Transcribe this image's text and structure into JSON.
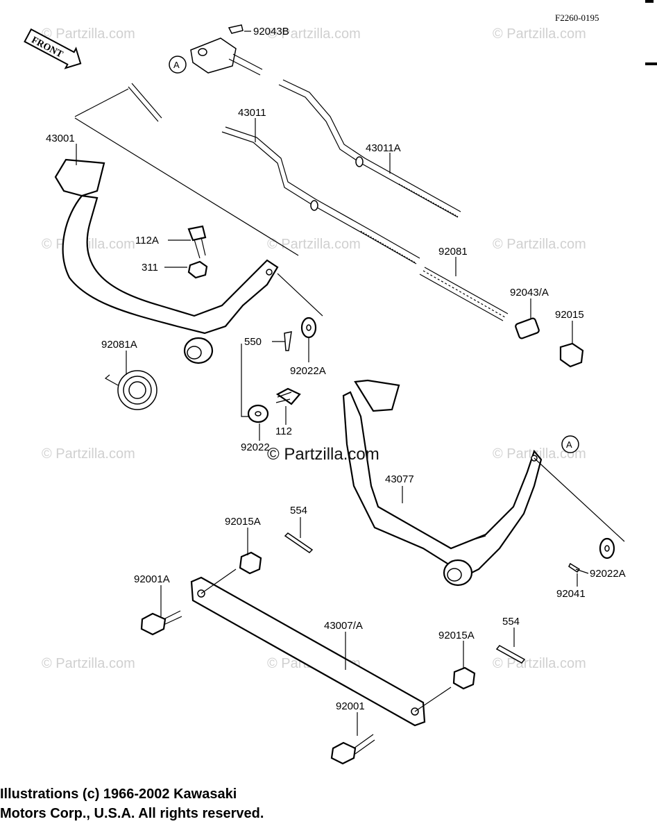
{
  "diagram_id": "F2260-0195",
  "front_label": "FRONT",
  "reference_label": "A",
  "watermark": "© Partzilla.com",
  "center_watermark": "© Partzilla.com",
  "copyright_lines": [
    "Illustrations (c) 1966-2002 Kawasaki",
    "Motors Corp., U.S.A.  All rights reserved."
  ],
  "parts": [
    {
      "id": "p92043b",
      "label": "92043B"
    },
    {
      "id": "p43011",
      "label": "43011"
    },
    {
      "id": "p43001",
      "label": "43001"
    },
    {
      "id": "p43011a",
      "label": "43011A"
    },
    {
      "id": "p112a",
      "label": "112A"
    },
    {
      "id": "p311",
      "label": "311"
    },
    {
      "id": "p92081",
      "label": "92081"
    },
    {
      "id": "p92043a",
      "label": "92043/A"
    },
    {
      "id": "p92015",
      "label": "92015"
    },
    {
      "id": "p92081a",
      "label": "92081A"
    },
    {
      "id": "p550",
      "label": "550"
    },
    {
      "id": "p92022a_top",
      "label": "92022A"
    },
    {
      "id": "p112",
      "label": "112"
    },
    {
      "id": "p92022",
      "label": "92022"
    },
    {
      "id": "p43077",
      "label": "43077"
    },
    {
      "id": "p554_top",
      "label": "554"
    },
    {
      "id": "p92015a_top",
      "label": "92015A"
    },
    {
      "id": "p92001a",
      "label": "92001A"
    },
    {
      "id": "p92022a_right",
      "label": "92022A"
    },
    {
      "id": "p92041",
      "label": "92041"
    },
    {
      "id": "p43007a",
      "label": "43007/A"
    },
    {
      "id": "p554_bottom",
      "label": "554"
    },
    {
      "id": "p92015a_bottom",
      "label": "92015A"
    },
    {
      "id": "p92001",
      "label": "92001"
    }
  ]
}
